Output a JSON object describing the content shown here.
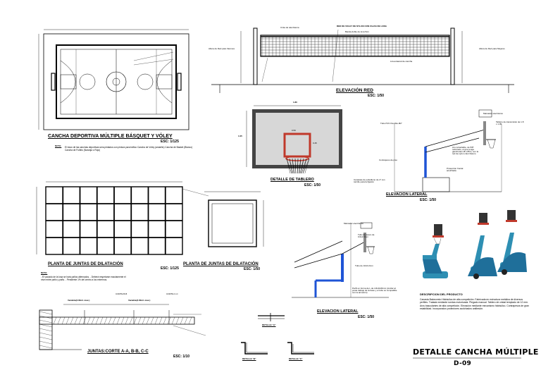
{
  "sheet": {
    "title": "DETALLE CANCHA MÚLTIPLE",
    "code": "D-09"
  },
  "court": {
    "title": "CANCHA DEPORTIVA MÚLTIPLE BÁSQUET Y VÓLEY",
    "scale": "ESC: 1/125",
    "note_label": "NOTA:",
    "note": "El trazo de las canchas deportivas sera pintados con pintura para tráfico Cancha de Vóley (amarillo) Cancha de Basket (Blanco) Cancha de Fulbito (Naranja o Rojo)"
  },
  "net": {
    "title": "ELEVACIÓN RED",
    "scale": "ESC: 1/50",
    "label_main": "RED DE VOLEY DE NYLON CON FAJAS DE LONA",
    "label_band": "Cinta de tela blanca",
    "label_band2": "Banda doble de lona 5cm",
    "label_left": "Altura de Red para Varones",
    "label_right": "Altura de Red para Mujeres",
    "label_line": "Línea lateral de cancha"
  },
  "board": {
    "title": "DETALLE DE TABLERO",
    "scale": "ESC: 1/50",
    "dim_width": "1.80",
    "dim_height": "1.05",
    "dim_inner_w": "0.59",
    "dim_inner_h": "0.45"
  },
  "side1": {
    "title": "ELEVACION LATERAL",
    "scale": "ESC: 1/50",
    "labels": [
      "Marcador electrónico",
      "Tablero de transmisión de 1.8 x 1.05",
      "Tubo PVC Flexible Ø2\"",
      "Aro retractable, de 5/8\" reforzado, el que tenga gancho/aro Ø 1.85m, con la red de nylon color blanco",
      "Contrapeso de piso",
      "Protección frontal acolchada",
      "Canastas de polietileno de 4\" con tornillo para la fijación"
    ]
  },
  "side2": {
    "title": "ELEVACION LATERAL",
    "scale": "ESC: 1/50",
    "labels": [
      "Marcador electrónico",
      "Tubo de acero de 0.6x2.5mm",
      "Tubo de 10x0.2mm",
      "Perfil en forma de L de 1/4x0x30mm (Anclar al poste debajo de la base y el tubo es compatible con la armazón)"
    ]
  },
  "joints": {
    "title": "PLANTA DE JUNTAS DE DILATACIÓN",
    "scale": "ESC: 1/125",
    "note_label": "NOTA:",
    "note": "- El vaciado de la losa se hará paños alternados. - Deberá respetarse exactamente el nivel entre paño y paño. - Pendiente 1% del centro a los extremos."
  },
  "joints_detail": {
    "title": "PLANTA DE JUNTAS DE DILATACIÓN",
    "scale": "ESC: 1/50"
  },
  "section": {
    "title": "JUNTAS:CORTE A-A, B-B, C-C",
    "scale": "ESC: 1/10",
    "var1": "Variable(3.00ml. max.)",
    "var2": "Variable(3.00ml. max.)",
    "cut_b": "CORTE B-B",
    "cut_c": "CORTE C-C"
  },
  "details": {
    "a": "DETALLE \"A\"",
    "b": "DETALLE \"B\"",
    "c": "DETALLE \"C\""
  },
  "product": {
    "heading": "DESCRIPCION DEL PRODUCTO",
    "text": "Canasta Baloncesto Hidráulica de alta competición. Fabricada en estructura metálica de diversos perfiles. Tratada mediante ruedas motorizada. Plegado manual. Tablero de cristal templado de 12 mm. Aros basculantes de alta competición. Elevación mediante mecanismo hidráulico. Contrapesos de gran estabilidad. Incorporados protectores acolchados antilesión."
  },
  "colors": {
    "board_glass": "#d7d7d7",
    "board_frame": "#c0392b",
    "blue": "#1f54d6",
    "teal": "#2e8fb3"
  }
}
